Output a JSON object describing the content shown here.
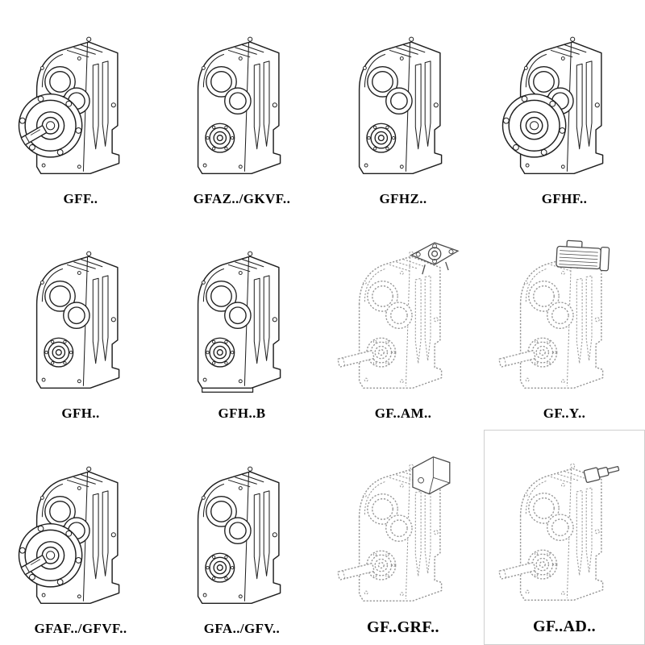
{
  "page": {
    "background": "#ffffff"
  },
  "colors": {
    "solid_line": "#1f1f1f",
    "phantom_line": "#969696",
    "attachment_line": "#4a4a4a",
    "label_text": "#000000"
  },
  "cells": [
    {
      "label": "GFF..",
      "variant": "flange-with-shaft",
      "line_style": "solid"
    },
    {
      "label": "GFAZ../GKVF..",
      "variant": "plain-hollow-shaft",
      "line_style": "solid"
    },
    {
      "label": "GFHZ..",
      "variant": "plain-hollow-shaft",
      "line_style": "solid"
    },
    {
      "label": "GFHF..",
      "variant": "flange-hollow",
      "line_style": "solid"
    },
    {
      "label": "GFH..",
      "variant": "plain-hollow-shaft",
      "line_style": "solid"
    },
    {
      "label": "GFH..B",
      "variant": "plain-foot-mounted",
      "line_style": "solid"
    },
    {
      "label": "GF..AM..",
      "variant": "phantom-iec-adapter",
      "line_style": "phantom"
    },
    {
      "label": "GF..Y..",
      "variant": "phantom-with-motor",
      "line_style": "phantom"
    },
    {
      "label": "GFAF../GFVF..",
      "variant": "flange-with-shaft",
      "line_style": "solid"
    },
    {
      "label": "GFA../GFV..",
      "variant": "plain-hollow-shaft",
      "line_style": "solid"
    },
    {
      "label": "GF..GRF..",
      "variant": "phantom-adapter-box",
      "line_style": "phantom"
    },
    {
      "label": "GF..AD..",
      "variant": "phantom-input-shaft",
      "line_style": "phantom"
    }
  ]
}
